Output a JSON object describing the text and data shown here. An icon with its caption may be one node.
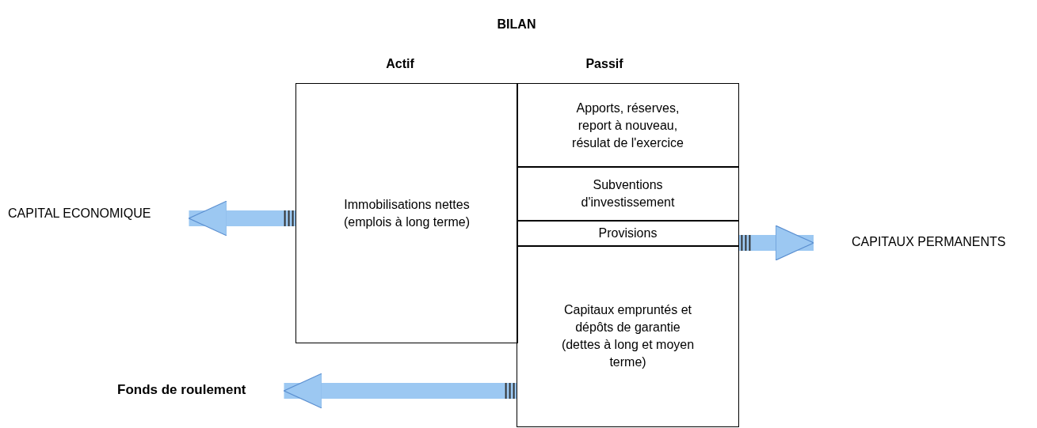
{
  "diagram": {
    "title": "BILAN",
    "nodes": [
      {
        "text": [
          "Immobilisations nettes (emplois à long terme)"
        ]
      },
      {
        "text": [
          "Apports, réserves, report à nouveau, résulat de l'exercice"
        ]
      },
      {
        "text": [
          "Subventions d'investissement"
        ]
      },
      {
        "text": [
          "Provisions"
        ]
      },
      {
        "text": [
          "Capitaux empruntés et dépôts de garantie (dettes à long et moyen terme)"
        ]
      },
      {
        "text": [
          "CAPITAL ECONOMIQUE"
        ]
      },
      {
        "text": [
          "CAPITAUX PERMANENTS"
        ]
      },
      {
        "text": [
          "Fonds de roulement"
        ]
      }
    ],
    "edges": [
      {
        "from": 0,
        "to": 5,
        "arrow": "to"
      },
      {
        "from": 4,
        "to": 6,
        "arrow": "to"
      },
      {
        "from": 4,
        "to": 7,
        "arrow": "to"
      }
    ],
    "labels": [
      "Actif",
      "Passif"
    ]
  }
}
